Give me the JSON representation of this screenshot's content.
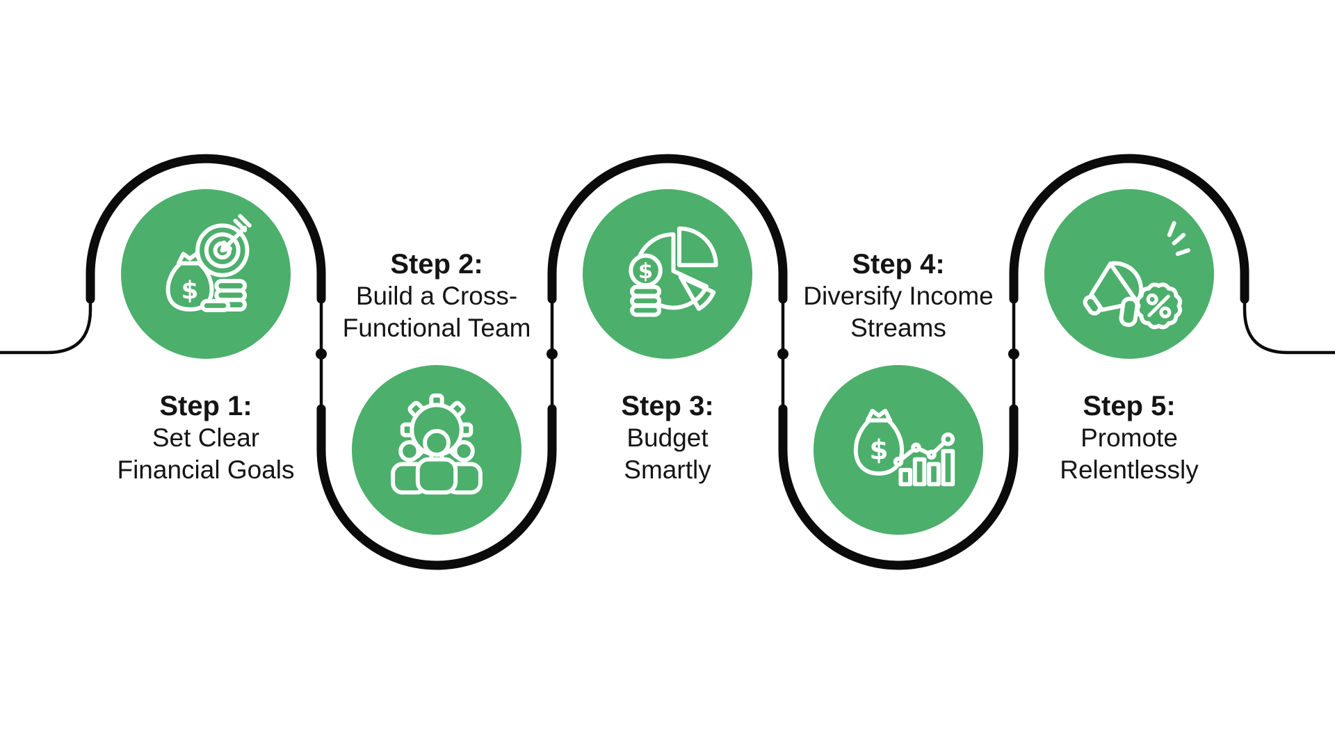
{
  "colors": {
    "accent_green": "#4CAF6B",
    "path_black": "#0b0b0b",
    "text_dark": "#141414",
    "icon_white": "#ffffff",
    "background": "#ffffff"
  },
  "steps": [
    {
      "id": 1,
      "title": "Step 1:",
      "line1": "Set Clear",
      "line2": "Financial Goals",
      "icon": "money-bag-target-icon",
      "position": "top"
    },
    {
      "id": 2,
      "title": "Step 2:",
      "line1": "Build a Cross-",
      "line2": "Functional Team",
      "icon": "gear-team-icon",
      "position": "bottom"
    },
    {
      "id": 3,
      "title": "Step 3:",
      "line1": "Budget",
      "line2": "Smartly",
      "icon": "pie-chart-coins-icon",
      "position": "top"
    },
    {
      "id": 4,
      "title": "Step 4:",
      "line1": "Diversify Income",
      "line2": "Streams",
      "icon": "money-bag-growth-chart-icon",
      "position": "bottom"
    },
    {
      "id": 5,
      "title": "Step 5:",
      "line1": "Promote",
      "line2": "Relentlessly",
      "icon": "megaphone-discount-icon",
      "position": "top"
    }
  ]
}
